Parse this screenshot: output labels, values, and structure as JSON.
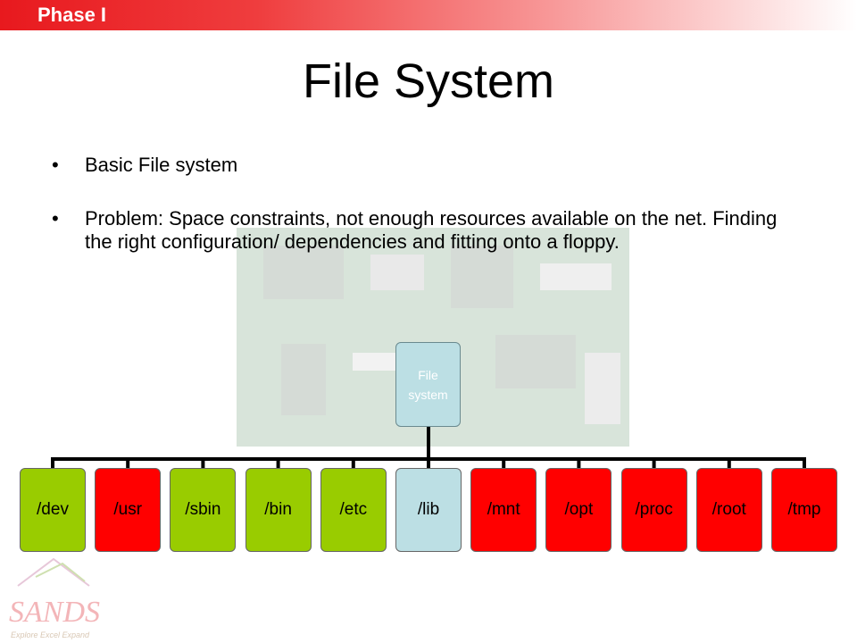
{
  "header": {
    "phase_label": "Phase I",
    "bar_color": "#e8191e"
  },
  "slide": {
    "title": "File System",
    "bullets": [
      "Basic File system",
      "Problem: Space constraints, not enough resources available on the net. Finding the right configuration/ dependencies and fitting onto a floppy."
    ]
  },
  "diagram": {
    "root": {
      "label": "File system",
      "color": "#bcdfe4"
    },
    "children": [
      {
        "label": "/dev",
        "color": "green"
      },
      {
        "label": "/usr",
        "color": "red"
      },
      {
        "label": "/sbin",
        "color": "green"
      },
      {
        "label": "/bin",
        "color": "green"
      },
      {
        "label": "/etc",
        "color": "green"
      },
      {
        "label": "/lib",
        "color": "blue"
      },
      {
        "label": "/mnt",
        "color": "red"
      },
      {
        "label": "/opt",
        "color": "red"
      },
      {
        "label": "/proc",
        "color": "red"
      },
      {
        "label": "/root",
        "color": "red"
      },
      {
        "label": "/tmp",
        "color": "red"
      }
    ]
  },
  "logo": {
    "name": "SANDS",
    "tagline": "Explore Excel Expand"
  }
}
